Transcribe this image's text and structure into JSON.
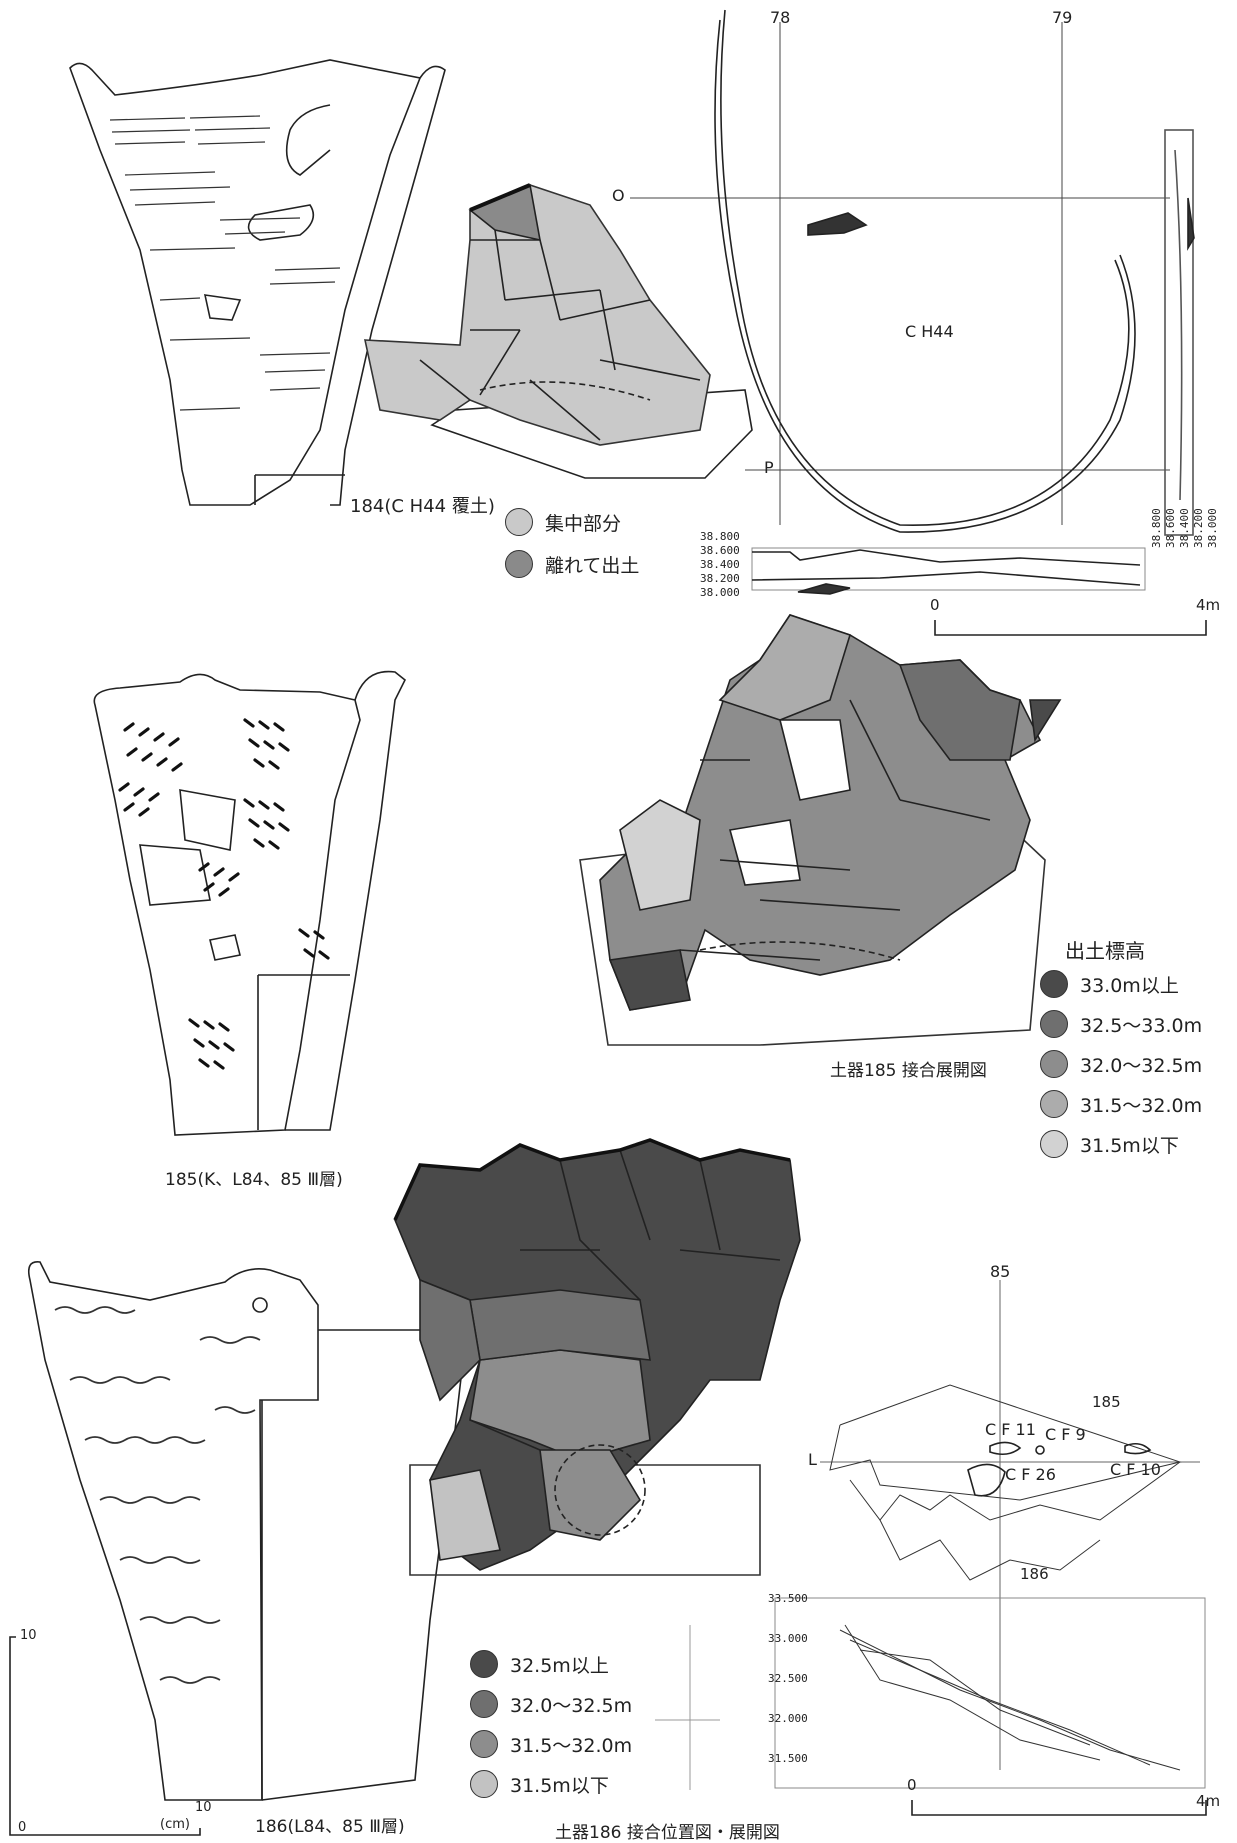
{
  "grid": {
    "col78": "78",
    "col79": "79",
    "row_o": "O",
    "row_p": "P",
    "feature": "C H44"
  },
  "fig184": {
    "caption": "184(C H44 覆土)"
  },
  "legend1": {
    "items": [
      {
        "label": "集中部分",
        "color": "#c9c9c9"
      },
      {
        "label": "離れて出土",
        "color": "#8a8a8a"
      }
    ]
  },
  "section184": {
    "left_ticks": [
      "38.800",
      "38.600",
      "38.400",
      "38.200",
      "38.000"
    ],
    "right_ticks": [
      "38.800",
      "38.600",
      "38.400",
      "38.200",
      "38.000"
    ]
  },
  "scale_top": {
    "zero": "0",
    "max": "4m"
  },
  "fig185": {
    "caption": "185(K、L84、85 Ⅲ層)",
    "plan_caption": "土器185 接合展開図"
  },
  "legend2": {
    "title": "出土標高",
    "items": [
      {
        "label": "33.0m以上",
        "color": "#4a4a4a"
      },
      {
        "label": "32.5～33.0m",
        "color": "#6f6f6f"
      },
      {
        "label": "32.0～32.5m",
        "color": "#8d8d8d"
      },
      {
        "label": "31.5～32.0m",
        "color": "#acacac"
      },
      {
        "label": "31.5m以下",
        "color": "#d2d2d2"
      }
    ]
  },
  "fig186": {
    "caption": "186(L84、85 Ⅲ層)",
    "plan_caption": "土器186 接合位置図・展開図"
  },
  "legend3": {
    "items": [
      {
        "label": "32.5m以上",
        "color": "#4a4a4a"
      },
      {
        "label": "32.0～32.5m",
        "color": "#6f6f6f"
      },
      {
        "label": "31.5～32.0m",
        "color": "#8d8d8d"
      },
      {
        "label": "31.5m以下",
        "color": "#c2c2c2"
      }
    ]
  },
  "plan_bottom": {
    "grid_x": "85",
    "grid_y": "L",
    "labels": [
      "185",
      "186",
      "C F 11",
      "C F 9",
      "C F 26",
      "C F 10"
    ]
  },
  "section_bottom": {
    "ticks": [
      "33.500",
      "33.000",
      "32.500",
      "32.000",
      "31.500"
    ]
  },
  "scale_bottom": {
    "zero": "0",
    "max": "4m"
  },
  "scale_cm": {
    "ten_top": "10",
    "zero": "0",
    "ten_right": "10",
    "unit": "(cm)"
  }
}
